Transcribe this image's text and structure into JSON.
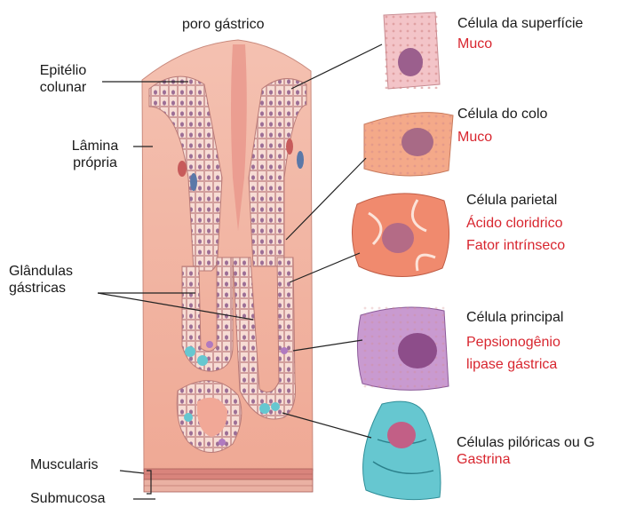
{
  "labels": {
    "poro": "poro gástrico",
    "epitelio_1": "Epitélio",
    "epitelio_2": "colunar",
    "lamina_1": "Lâmina",
    "lamina_2": "própria",
    "glandulas_1": "Glândulas",
    "glandulas_2": "gástricas",
    "muscularis": "Muscularis",
    "submucosa": "Submucosa"
  },
  "cells": [
    {
      "title": "Célula da superfície",
      "products": [
        "Muco"
      ]
    },
    {
      "title": "Célula do colo",
      "products": [
        "Muco"
      ]
    },
    {
      "title": "Célula parietal",
      "products": [
        "Ácido cloridrico",
        "Fator intrínseco"
      ]
    },
    {
      "title": "Célula principal",
      "products": [
        "Pepsionogênio",
        "lipase gástrica"
      ]
    },
    {
      "title": "Células pilóricas ou G",
      "products": [
        "Gastrina"
      ]
    }
  ],
  "colors": {
    "product_text": "#d8262f",
    "tissue": "#f2b8a8",
    "epithelium": "#f7d9d2",
    "parietal": "#f08a6e",
    "chief": "#b07ac0",
    "pyloric": "#66c7d0"
  }
}
